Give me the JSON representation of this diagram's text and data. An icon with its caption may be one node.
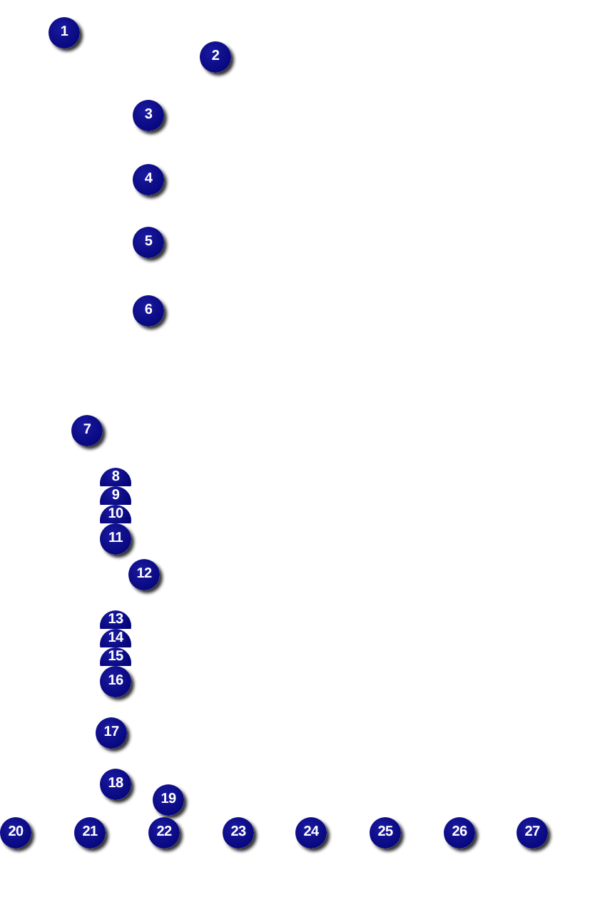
{
  "diagram": {
    "nodes": [
      {
        "text": [
          "1"
        ]
      },
      {
        "text": [
          "2"
        ]
      },
      {
        "text": [
          "3"
        ]
      },
      {
        "text": [
          "4"
        ]
      },
      {
        "text": [
          "5"
        ]
      },
      {
        "text": [
          "6"
        ]
      },
      {
        "text": [
          "7"
        ]
      },
      {
        "text": [
          "8"
        ]
      },
      {
        "text": [
          "9"
        ]
      },
      {
        "text": [
          "10"
        ]
      },
      {
        "text": [
          "11"
        ]
      },
      {
        "text": [
          "12"
        ]
      },
      {
        "text": [
          "13"
        ]
      },
      {
        "text": [
          "14"
        ]
      },
      {
        "text": [
          "15"
        ]
      },
      {
        "text": [
          "16"
        ]
      },
      {
        "text": [
          "17"
        ]
      },
      {
        "text": [
          "18"
        ]
      },
      {
        "text": [
          "19"
        ]
      },
      {
        "text": [
          "20"
        ]
      },
      {
        "text": [
          "21"
        ]
      },
      {
        "text": [
          "22"
        ]
      },
      {
        "text": [
          "23"
        ]
      },
      {
        "text": [
          "24"
        ]
      },
      {
        "text": [
          "25"
        ]
      },
      {
        "text": [
          "26"
        ]
      },
      {
        "text": [
          "27"
        ]
      }
    ]
  }
}
